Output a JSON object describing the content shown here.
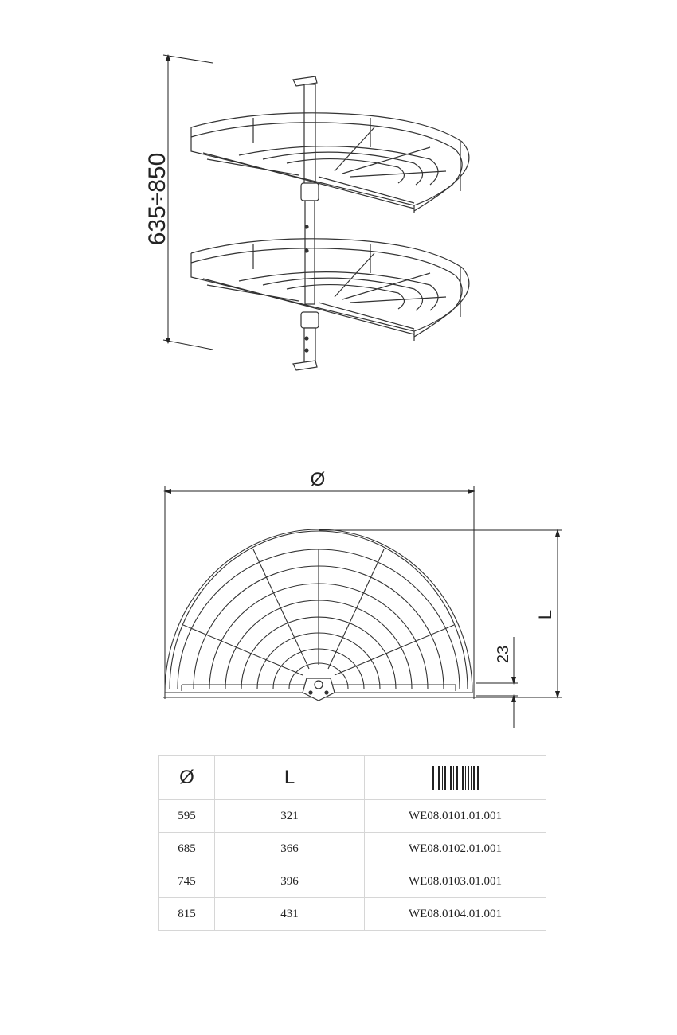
{
  "elevation": {
    "height_label": "635÷850"
  },
  "plan": {
    "diameter_label": "Ø",
    "length_label": "L",
    "offset_label": "23"
  },
  "table": {
    "headers": {
      "diameter": "Ø",
      "length": "L",
      "code_icon": "barcode-icon"
    },
    "rows": [
      {
        "diameter": "595",
        "length": "321",
        "code": "WE08.0101.01.001"
      },
      {
        "diameter": "685",
        "length": "366",
        "code": "WE08.0102.01.001"
      },
      {
        "diameter": "745",
        "length": "396",
        "code": "WE08.0103.01.001"
      },
      {
        "diameter": "815",
        "length": "431",
        "code": "WE08.0104.01.001"
      }
    ]
  },
  "colors": {
    "line": "#333333",
    "table_border": "#d6d6d6"
  }
}
